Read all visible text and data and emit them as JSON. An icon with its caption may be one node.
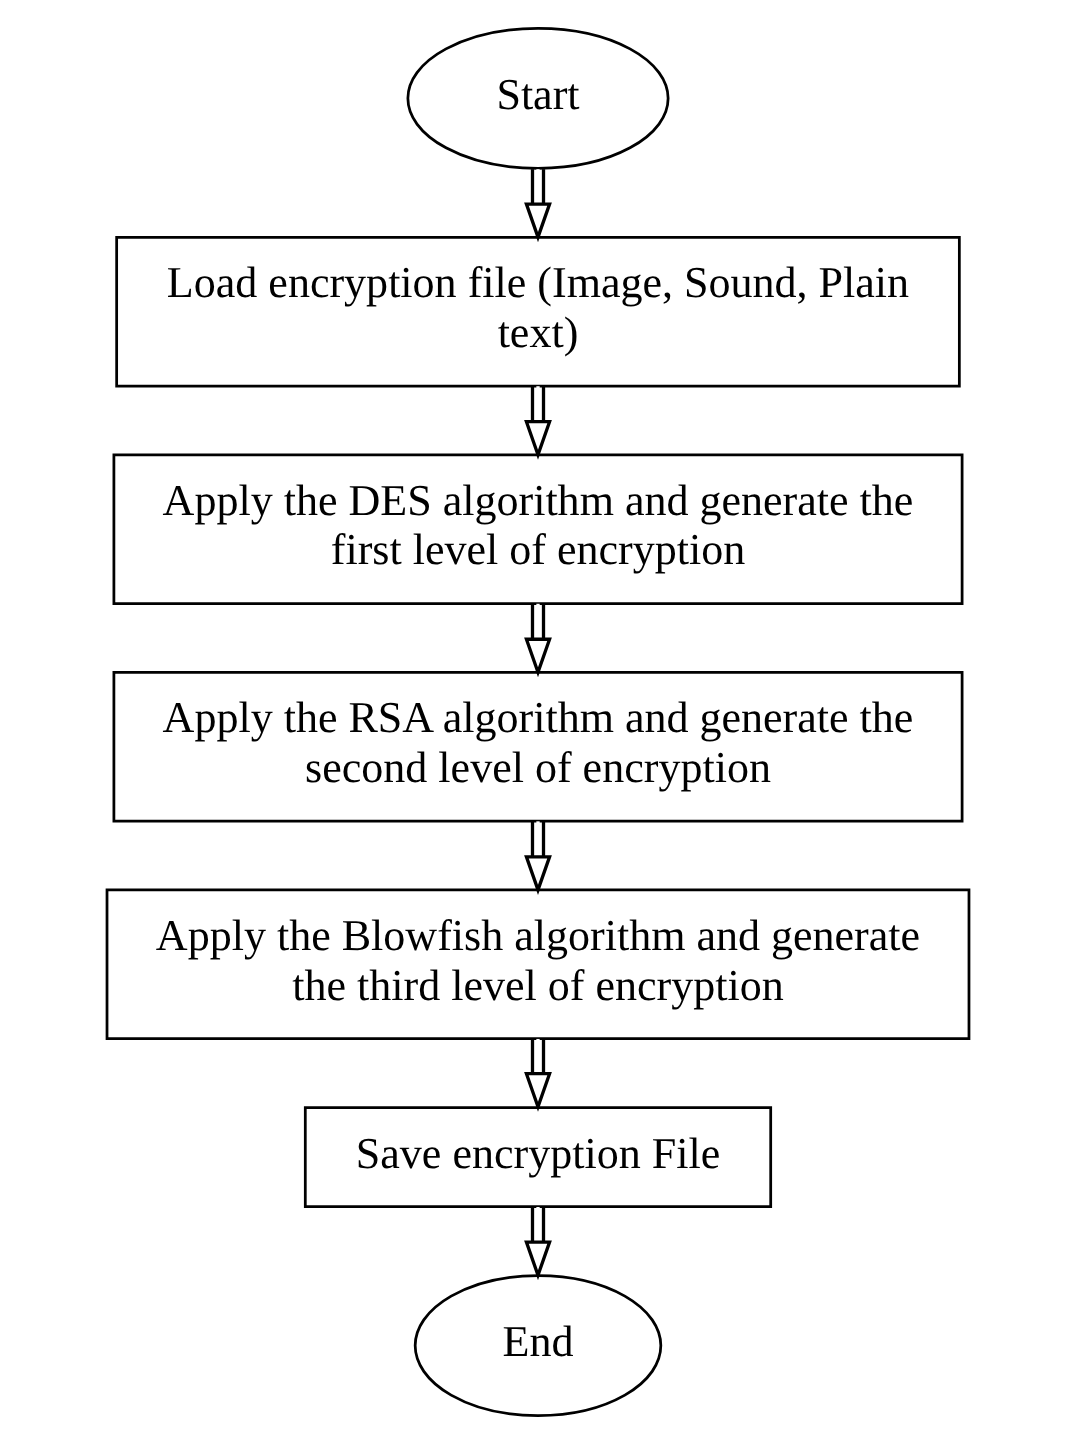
{
  "diagram": {
    "nodes": [
      {
        "text": [
          "Start"
        ]
      },
      {
        "text": [
          "Load encryption file (Image, Sound, Plain text)"
        ]
      },
      {
        "text": [
          "Apply the DES algorithm and generate the first level of encryption"
        ]
      },
      {
        "text": [
          "Apply the RSA algorithm and generate the second level of encryption"
        ]
      },
      {
        "text": [
          "Apply the Blowfish algorithm and generate the third level of encryption"
        ]
      },
      {
        "text": [
          "Save encryption File"
        ]
      },
      {
        "text": [
          "End"
        ]
      }
    ],
    "edges": [
      {
        "from": 0,
        "to": 1,
        "arrow": "to"
      },
      {
        "from": 1,
        "to": 2,
        "arrow": "to"
      },
      {
        "from": 2,
        "to": 3,
        "arrow": "to"
      },
      {
        "from": 3,
        "to": 4,
        "arrow": "to"
      },
      {
        "from": 4,
        "to": 5,
        "arrow": "to"
      },
      {
        "from": 5,
        "to": 6,
        "arrow": "to"
      }
    ]
  }
}
